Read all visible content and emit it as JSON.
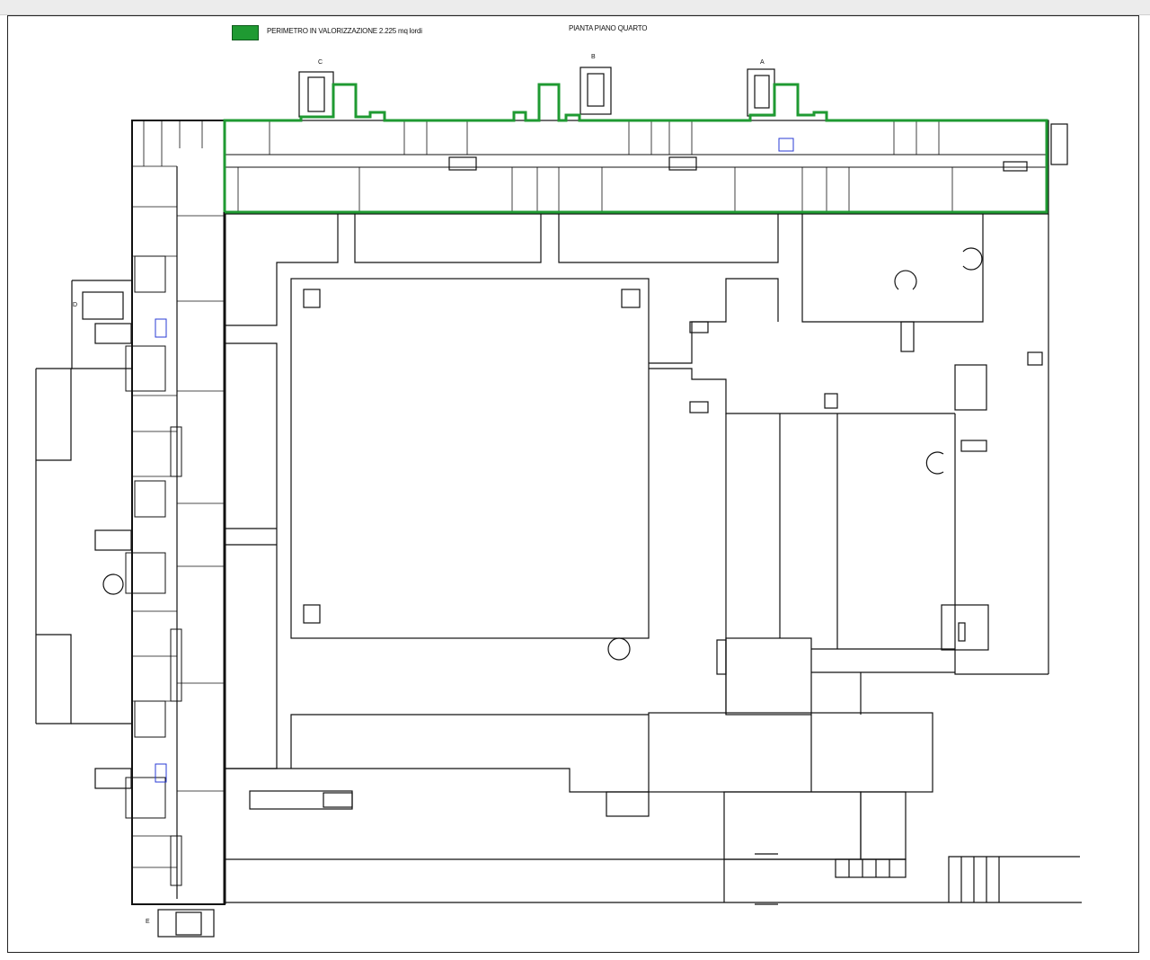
{
  "legend": {
    "swatch_color": "#1f9a32",
    "label": "PERIMETRO IN VALORIZZAZIONE 2.225 mq lordi"
  },
  "plan_title": "PIANTA PIANO QUARTO",
  "core_labels": [
    "C",
    "B",
    "A",
    "D",
    "E"
  ],
  "colors": {
    "highlight": "#1f9a32",
    "lines": "#111111",
    "annotation": "#2a3bd6"
  }
}
